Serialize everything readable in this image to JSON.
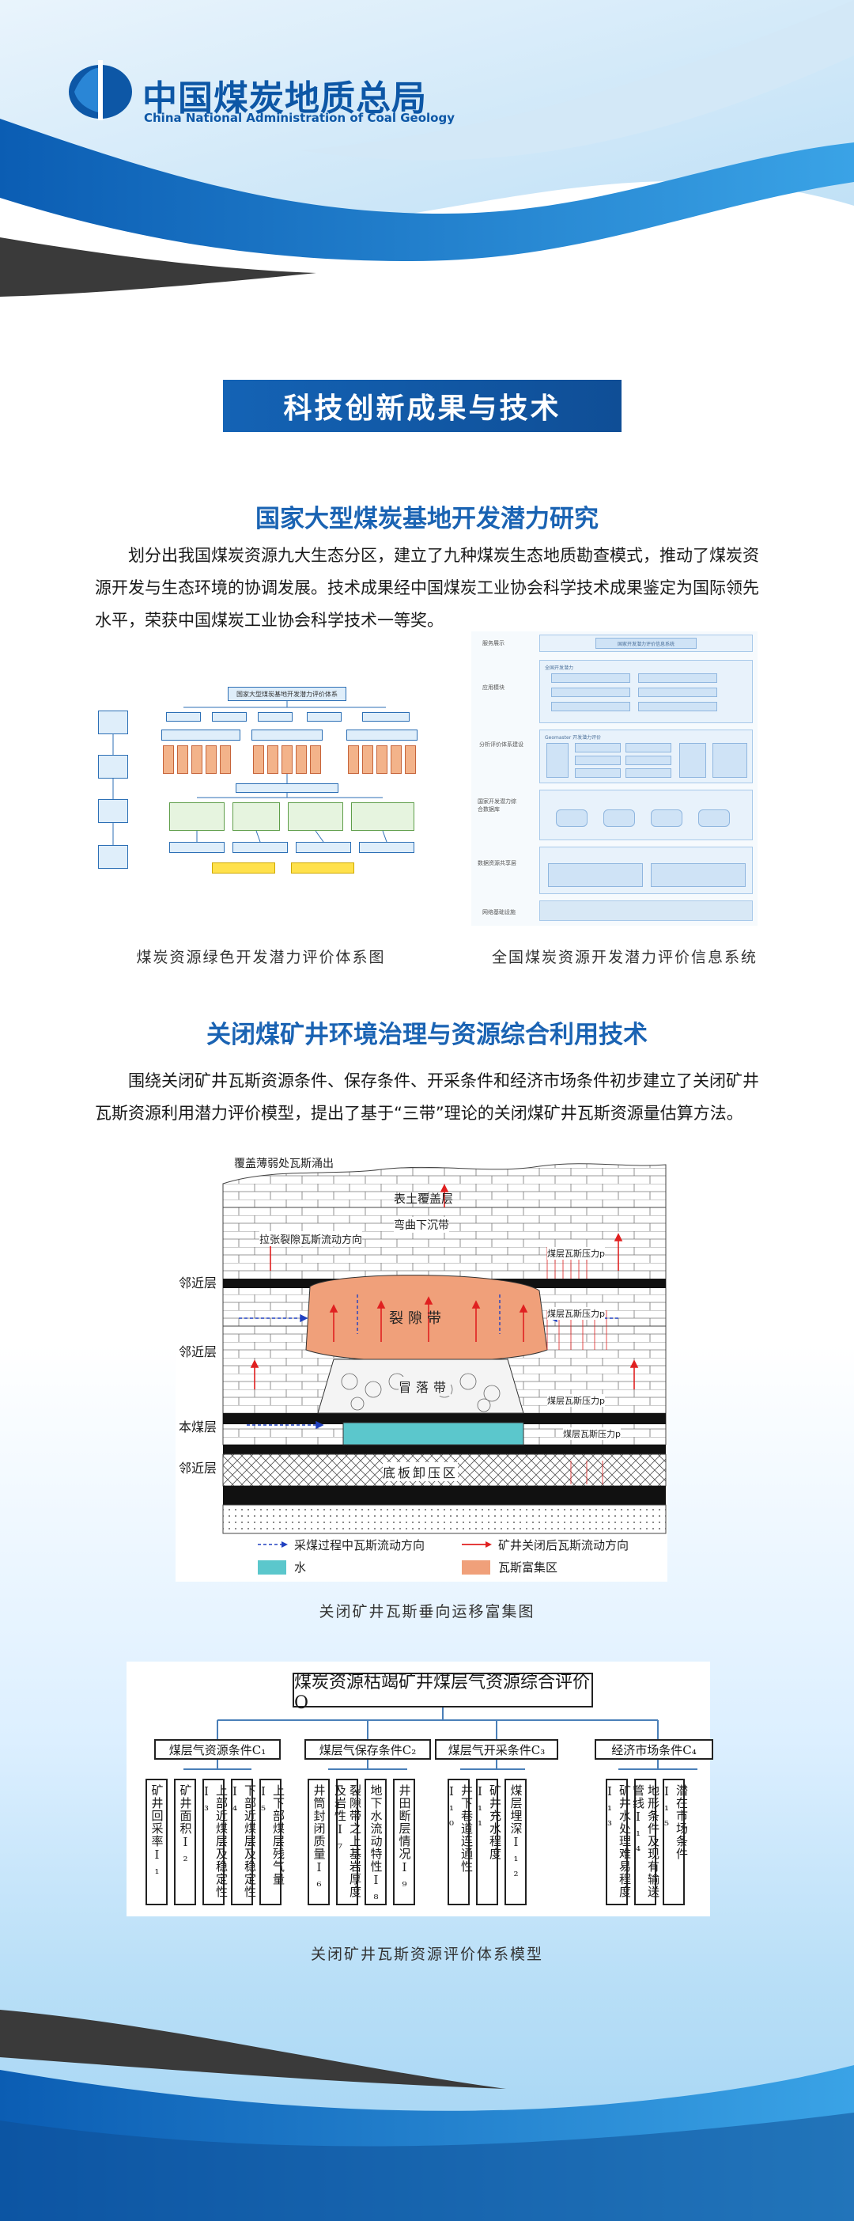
{
  "header": {
    "org_cn": "中国煤炭地质总局",
    "org_en": "China National Administration of Coal Geology"
  },
  "banner_title": "科技创新成果与技术",
  "section1": {
    "title": "国家大型煤炭基地开发潜力研究",
    "paragraph": "划分出我国煤炭资源九大生态分区，建立了九种煤炭生态地质勘查模式，推动了煤炭资源开发与生态环境的协调发展。技术成果经中国煤炭工业协会科学技术成果鉴定为国际领先水平，荣获中国煤炭工业协会科学技术一等奖。",
    "fig1_caption": "煤炭资源绿色开发潜力评价体系图",
    "fig2_caption": "全国煤炭资源开发潜力评价信息系统",
    "fig1_title": "国家大型煤炭基地开发潜力评价体系"
  },
  "section2": {
    "title": "关闭煤矿井环境治理与资源综合利用技术",
    "paragraph": "围绕关闭矿井瓦斯资源条件、保存条件、开采条件和经济市场条件初步建立了关闭矿井瓦斯资源利用潜力评价模型，提出了基于“三带”理论的关闭煤矿井瓦斯资源量估算方法。",
    "fig3_caption": "关闭矿井瓦斯垂向运移富集图",
    "fig4_caption": "关闭矿井瓦斯资源评价体系模型"
  },
  "gas_diagram": {
    "top_label": "覆盖薄弱处瓦斯涌出",
    "layer_top": "表土覆盖层",
    "bending": "弯曲下沉带",
    "fracture_flow": "拉张裂隙瓦斯流动方向",
    "fissure_zone": "裂隙带",
    "caving_zone": "冒落带",
    "floor_zone": "底板卸压区",
    "left_labels": [
      "邻近层",
      "邻近层",
      "本煤层",
      "邻近层"
    ],
    "pressure_labels": [
      "煤层瓦斯压力p",
      "煤层瓦斯压力p",
      "煤层瓦斯压力p",
      "煤层瓦斯压力p"
    ],
    "legend": {
      "mining_flow": "采煤过程中瓦斯流动方向",
      "closed_flow": "矿井关闭后瓦斯流动方向",
      "water": "水",
      "enrich": "瓦斯富集区"
    },
    "colors": {
      "water": "#5bc7cc",
      "enrich": "#f0a07a",
      "arrow_red": "#e02020",
      "arrow_blue": "#2040c0"
    }
  },
  "eval_model": {
    "title": "煤炭资源枯竭矿井煤层气资源综合评价O",
    "categories": [
      {
        "label": "煤层气资源条件C₁",
        "leaves": [
          "矿井回采率I₁",
          "矿井面积I₂",
          "上部近煤层及稳定性I₃",
          "下部近煤层及稳定性I₄",
          "上下部煤层残气量I₅"
        ]
      },
      {
        "label": "煤层气保存条件C₂",
        "leaves": [
          "井筒封闭质量I₆",
          "裂隙带之上基岩厚度及岩性I₇",
          "地下水流动特性I₈",
          "井田断层情况I₉"
        ]
      },
      {
        "label": "煤层气开采条件C₃",
        "leaves": [
          "井下巷道连通性I₁₀",
          "矿井充水程度I₁₁",
          "煤层埋深I₁₂"
        ]
      },
      {
        "label": "经济市场条件C₄",
        "leaves": [
          "矿井水处理难易程度I₁₃",
          "地形条件及现有输送管线I₁₄",
          "潜在市场条件I₁₅"
        ]
      }
    ]
  },
  "system_diagram": {
    "left_labels": [
      "服务展示",
      "应用模块",
      "分析评价体系建设",
      "国家开发潜力综合数据库",
      "数据资源共享层",
      "网络基础设施"
    ],
    "top_box": "国家开发潜力评价信息系统",
    "module_title": "全国开发潜力",
    "engine_title": "Geomaster 开发潜力评价"
  }
}
